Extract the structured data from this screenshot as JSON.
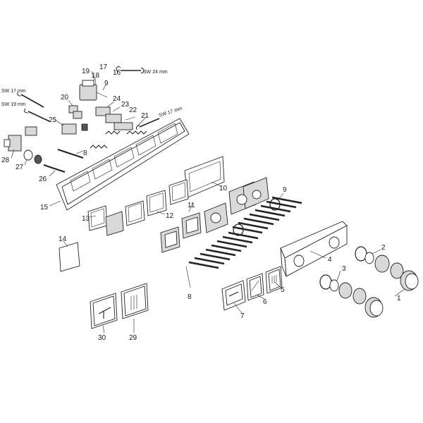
{
  "callouts": {
    "c1": "1",
    "c2": "2",
    "c3": "3",
    "c4": "4",
    "c5": "5",
    "c6": "6",
    "c7": "7",
    "c8a": "8",
    "c8b": "8",
    "c9a": "9",
    "c9b": "9",
    "c10": "10",
    "c11": "11",
    "c12": "12",
    "c13": "13",
    "c14": "14",
    "c15": "15",
    "c16": "16",
    "c17": "17",
    "c18": "18",
    "c19": "19",
    "c20": "20",
    "c21": "21",
    "c22": "22",
    "c23": "23",
    "c24": "24",
    "c25": "25",
    "c26": "26",
    "c27": "27",
    "c28": "28",
    "c29": "29",
    "c30": "30"
  },
  "wrench_labels": {
    "sw24": "SW 24 mm",
    "sw17a": "SW 17 mm",
    "sw19": "SW 19 mm",
    "sw17b": "SW 17 mm"
  }
}
